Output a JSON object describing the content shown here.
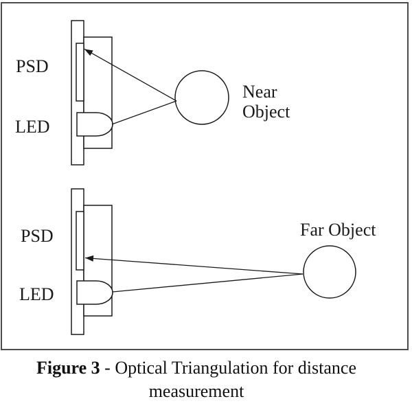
{
  "diagram": {
    "top": {
      "psd_label": "PSD",
      "led_label": "LED",
      "object_label_lines": [
        "Near",
        "Object"
      ]
    },
    "bottom": {
      "psd_label": "PSD",
      "led_label": "LED",
      "object_label": "Far Object"
    }
  },
  "caption": {
    "figure_label": "Figure 3",
    "line1_rest": " - Optical Triangulation for distance",
    "line2": "measurement"
  },
  "colors": {
    "ink": "#1a1a1a",
    "frame_border": "#4d4d4d",
    "background": "#ffffff"
  }
}
